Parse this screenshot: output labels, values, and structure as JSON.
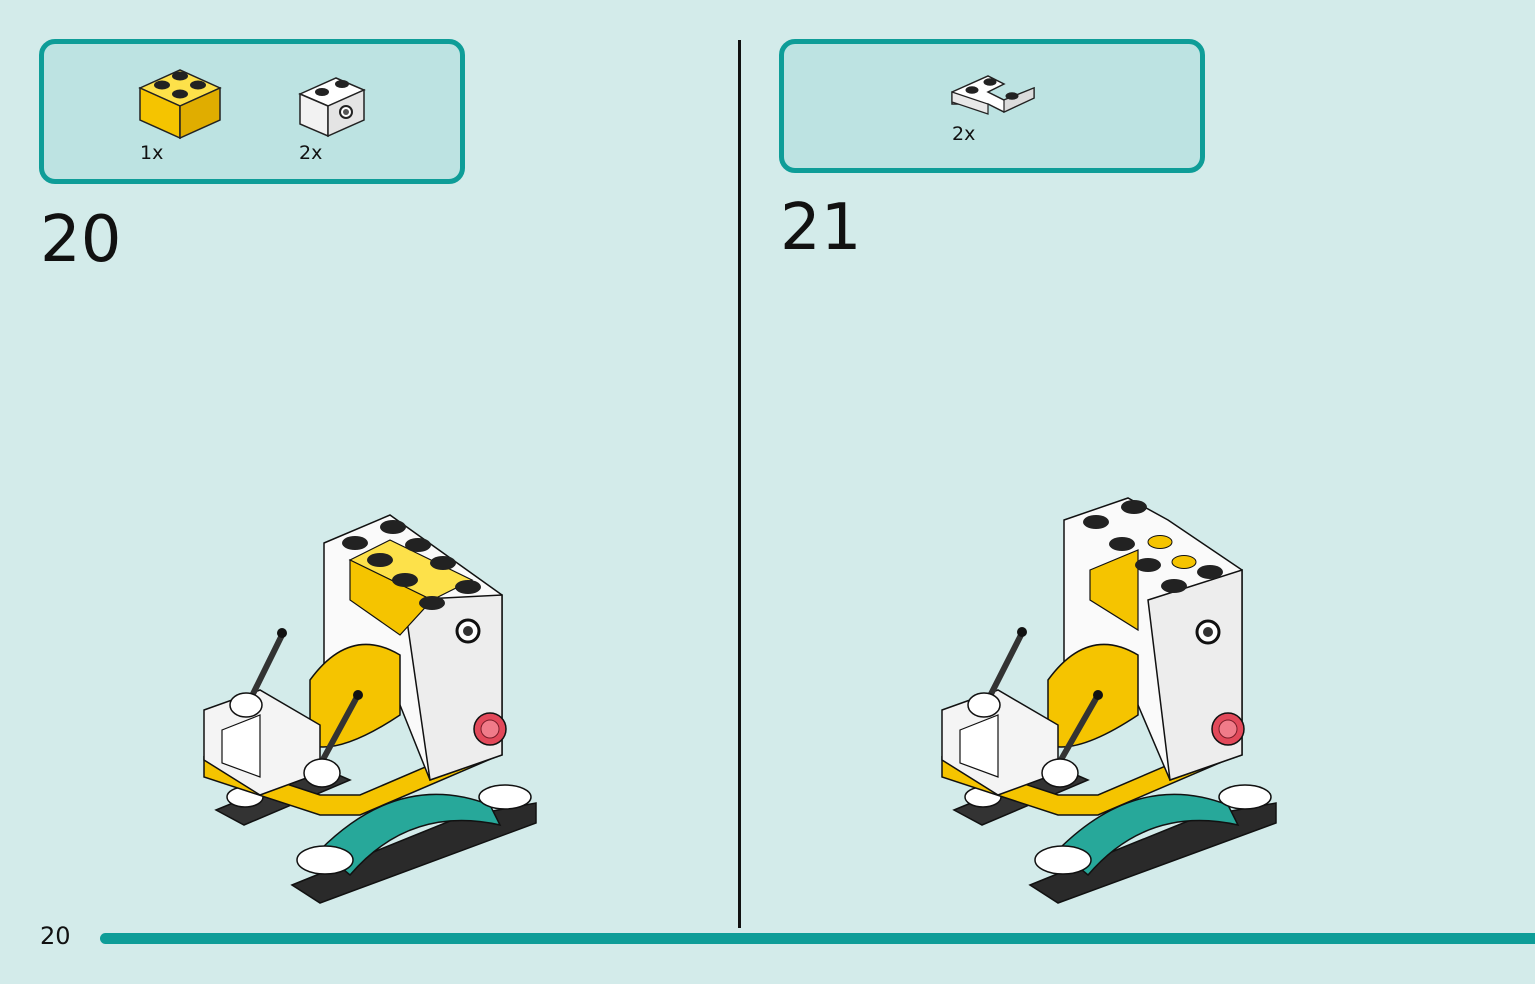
{
  "page": {
    "number": "20"
  },
  "steps": [
    {
      "number": "20",
      "parts": [
        {
          "icon": "yellow-2x2-brick-icon",
          "color": "#f7d117",
          "quantity": "1x"
        },
        {
          "icon": "white-1x2-brick-with-hole-icon",
          "color": "#ffffff",
          "quantity": "2x"
        }
      ]
    },
    {
      "number": "21",
      "parts": [
        {
          "icon": "white-2x2-corner-plate-icon",
          "color": "#ffffff",
          "quantity": "2x"
        }
      ]
    }
  ],
  "colors": {
    "background": "#d3ebea",
    "accent": "#0e9d98",
    "parts_box_fill": "#bde3e2",
    "yellow": "#f7d117",
    "teal_piece": "#27a89a",
    "red_light": "#e2495a"
  }
}
